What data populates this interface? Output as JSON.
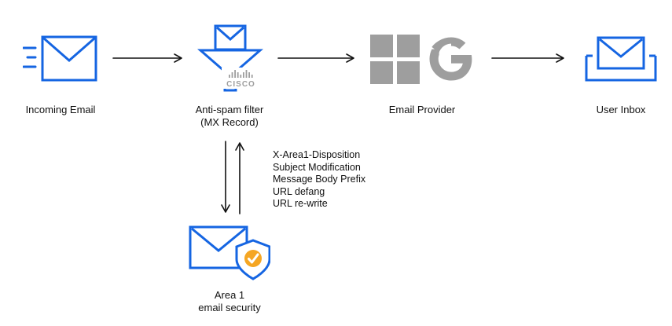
{
  "colors": {
    "accent_blue": "#1565E2",
    "logo_gray": "#9E9E9E",
    "arrow_black": "#111111",
    "badge_amber": "#F5A623"
  },
  "nodes": {
    "incoming_email": {
      "label": "Incoming Email"
    },
    "anti_spam_filter": {
      "label": "Anti-spam filter",
      "sublabel": "(MX Record)"
    },
    "email_provider": {
      "label": "Email Provider"
    },
    "user_inbox": {
      "label": "User Inbox"
    },
    "area1": {
      "label": "Area 1",
      "sublabel": "email security"
    }
  },
  "logos": {
    "cisco_wordmark": "CISCO"
  },
  "icons": {
    "incoming_email": "envelope-with-speed-lines",
    "anti_spam_filter": "envelope-into-funnel-cisco",
    "email_provider_microsoft": "microsoft-four-squares",
    "email_provider_google": "google-g",
    "user_inbox": "envelope-in-tray",
    "area1": "envelope-with-shield-check"
  },
  "annotations": {
    "lines": [
      "X-Area1-Disposition",
      "Subject Modification",
      "Message Body Prefix",
      "URL defang",
      "URL re-write"
    ]
  }
}
